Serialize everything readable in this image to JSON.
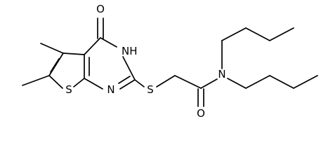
{
  "molecule": {
    "atoms": {
      "carbonyl_oxygen": "O",
      "ring_nh": "NH",
      "ring_n": "N",
      "thiophene_sulfur": "S",
      "thioether_sulfur": "S",
      "amide_nitrogen": "N",
      "amide_oxygen": "O"
    }
  },
  "colors": {
    "bond": "#000000",
    "label": "#000000",
    "background": "#ffffff"
  }
}
